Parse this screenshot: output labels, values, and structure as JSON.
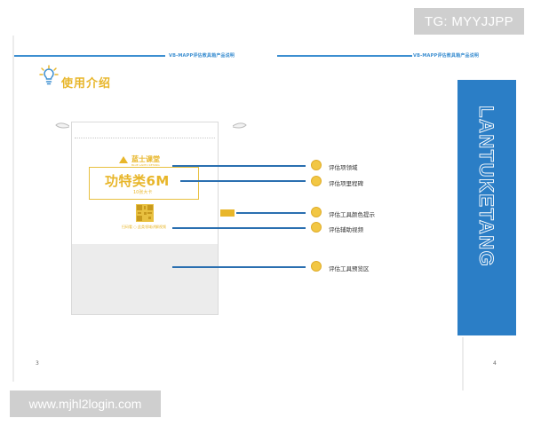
{
  "watermark_top": "TG: MYYJJPP",
  "watermark_bottom": "www.mjhl2login.com",
  "header": {
    "left_text": "VB-MAPP评估教具箱产品说明",
    "right_text": "VB-MAPP评估教具箱产品说明"
  },
  "section": {
    "title": "使用介绍",
    "icon": "lightbulb-icon"
  },
  "bag": {
    "brand_name": "蓝士课堂",
    "brand_sub": "BLUE LANTU KETANG",
    "product_title": "功特类6M",
    "product_sub": "10张大卡",
    "qr_caption": "扫码看 ○ 此类领域讲解视频"
  },
  "callouts": [
    {
      "label": "评估项领域",
      "icon": "domain-icon"
    },
    {
      "label": "评估项里程碑",
      "icon": "milestone-icon"
    },
    {
      "label": "评估工具颜色提示",
      "icon": "color-hint-icon"
    },
    {
      "label": "评估辅助视频",
      "icon": "video-icon"
    },
    {
      "label": "评估工具预览区",
      "icon": "preview-icon"
    }
  ],
  "banner_text": "LANTUKETANG",
  "page_numbers": {
    "left": "3",
    "right": "4"
  },
  "colors": {
    "accent_blue": "#2b7ec6",
    "brand_gold": "#e8b62a"
  }
}
